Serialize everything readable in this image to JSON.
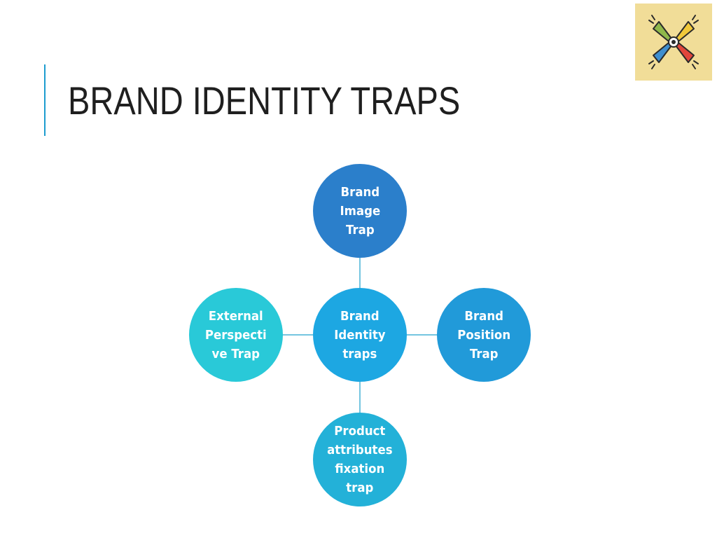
{
  "slide": {
    "title": "BRAND IDENTITY TRAPS"
  },
  "colors": {
    "accent_bar": "#1c9ccf",
    "connector": "#74c5e0",
    "logo_background": "#f1dd98"
  },
  "logo": {
    "icon": "four-megaphones-icon"
  },
  "diagram": {
    "center": {
      "label": "Brand\nIdentity\ntraps",
      "color": "#1da7e2"
    },
    "top": {
      "label": "Brand\nImage\nTrap",
      "color": "#2b7fcb"
    },
    "right": {
      "label": "Brand\nPosition\nTrap",
      "color": "#219ad9"
    },
    "bottom": {
      "label": "Product\nattributes\nfixation\ntrap",
      "color": "#23b1d8"
    },
    "left": {
      "label": "External\nPerspecti\nve Trap",
      "color": "#29c9d8"
    }
  }
}
